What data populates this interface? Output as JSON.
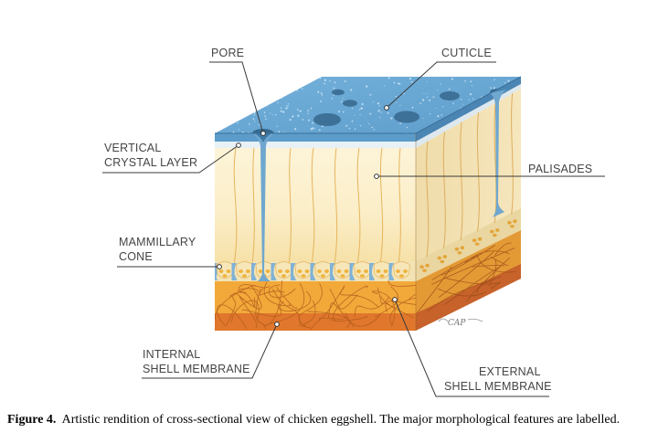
{
  "labels": {
    "pore": "PORE",
    "cuticle": "CUTICLE",
    "vertical_crystal_layer": [
      "VERTICAL",
      "CRYSTAL LAYER"
    ],
    "palisades": "PALISADES",
    "mammillary_cone": [
      "MAMMILLARY",
      "CONE"
    ],
    "internal_shell_membrane": [
      "INTERNAL",
      "SHELL MEMBRANE"
    ],
    "external_shell_membrane": [
      "EXTERNAL",
      "SHELL MEMBRANE"
    ]
  },
  "signature": "CAP",
  "caption": {
    "prefix": "Figure 4.",
    "text": "Artistic rendition of cross-sectional view of chicken eggshell. The major morphological features are labelled."
  },
  "colors": {
    "cuticle_top": "#6aa8d4",
    "cuticle_front": "#5c9cca",
    "cuticle_side": "#4a85b3",
    "crystal_layer": "#e9f1f6",
    "palisade_front": "#fbecc2",
    "palisade_side": "#ead7a8",
    "palisade_lines": "#e8b85e",
    "mammillary": "#f0b840",
    "pore_fill": "#6fa7cf",
    "outer_membrane": "#f2a93a",
    "outer_membrane_side": "#d88c2a",
    "inner_membrane": "#e0772c",
    "inner_membrane_side": "#b7561d",
    "fibers": "#b85c1c"
  }
}
